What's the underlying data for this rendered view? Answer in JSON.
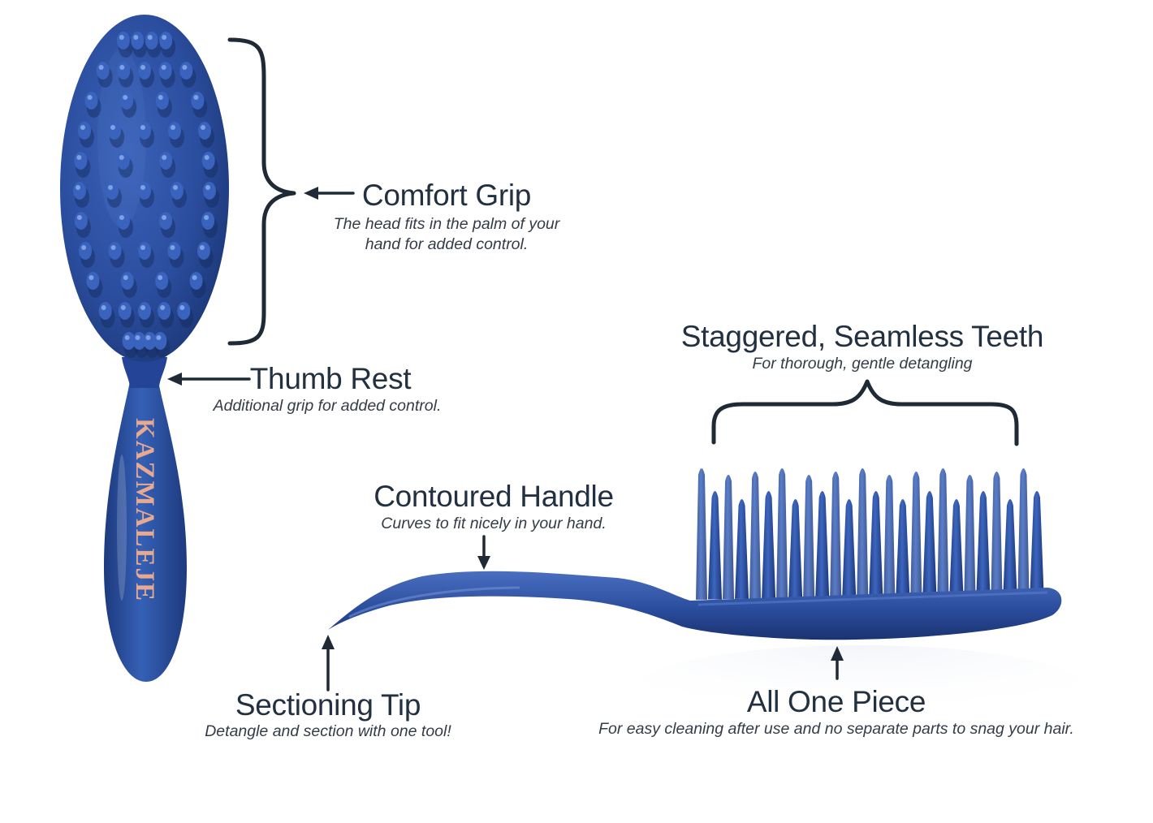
{
  "brand": {
    "name": "KAZMALEJE",
    "brush_color": "#2b4d9e",
    "text_color": "#e7a98f"
  },
  "callouts": {
    "comfort_grip": {
      "title": "Comfort Grip",
      "desc_line1": "The head fits in the palm of your",
      "desc_line2": "hand for added control."
    },
    "thumb_rest": {
      "title": "Thumb Rest",
      "desc": "Additional grip for added control."
    },
    "staggered_teeth": {
      "title": "Staggered, Seamless Teeth",
      "desc": "For thorough, gentle detangling"
    },
    "contoured_handle": {
      "title": "Contoured Handle",
      "desc": "Curves to fit nicely in your hand."
    },
    "sectioning_tip": {
      "title": "Sectioning Tip",
      "desc": "Detangle and section with one tool!"
    },
    "all_one_piece": {
      "title": "All One Piece",
      "desc": "For easy cleaning after use and no separate parts to snag your hair."
    }
  },
  "colors": {
    "annotation": "#1f2a36"
  }
}
